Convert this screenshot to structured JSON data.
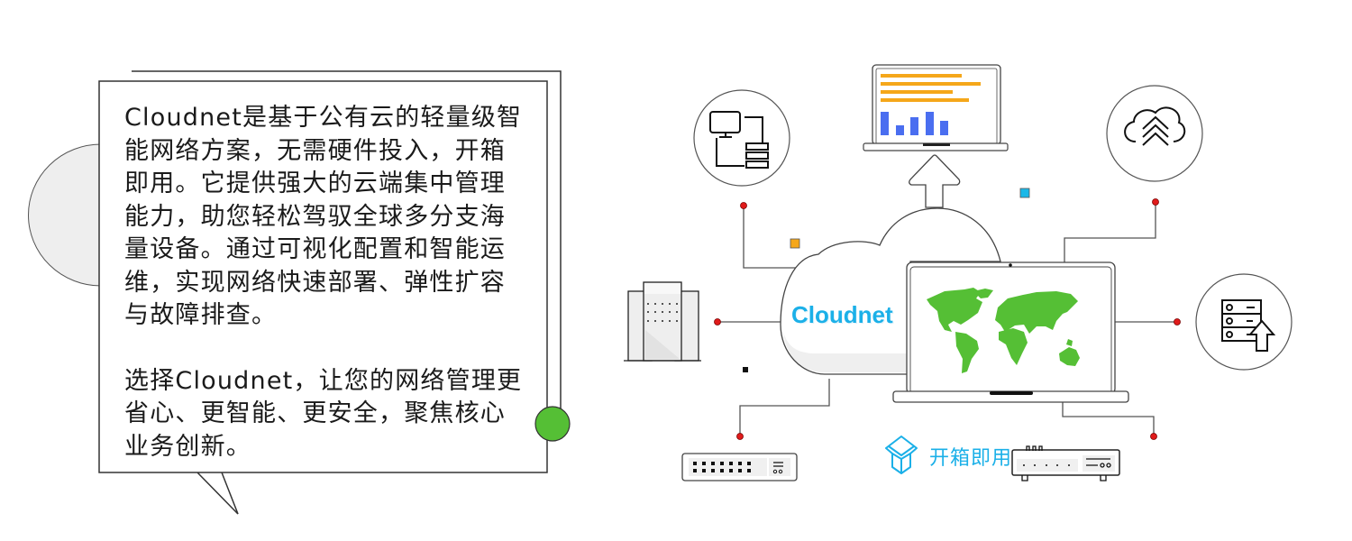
{
  "description": {
    "paragraph1": "Cloudnet是基于公有云的轻量级智能网络方案，无需硬件投入，开箱即用。它提供强大的云端集中管理能力，助您轻松驾驭全球多分支海量设备。通过可视化配置和智能运维，实现网络快速部署、弹性扩容与故障排查。",
    "paragraph2": "选择Cloudnet，让您的网络管理更省心、更智能、更安全，聚焦核心业务创新。"
  },
  "diagram": {
    "cloud_label": "Cloudnet",
    "box_label": "开箱即用",
    "icons": [
      "dashboard-laptop-icon",
      "topology-icon",
      "cloud-upload-icon",
      "server-upload-icon",
      "building-icon",
      "switch-icon",
      "router-icon",
      "world-map-laptop-icon",
      "open-box-icon"
    ]
  },
  "colors": {
    "accent_blue": "#1bb0e8",
    "map_green": "#55bf35",
    "node_red": "#e01b1b",
    "bar_orange": "#f5a71a",
    "bar_blue": "#4a6ef0"
  }
}
